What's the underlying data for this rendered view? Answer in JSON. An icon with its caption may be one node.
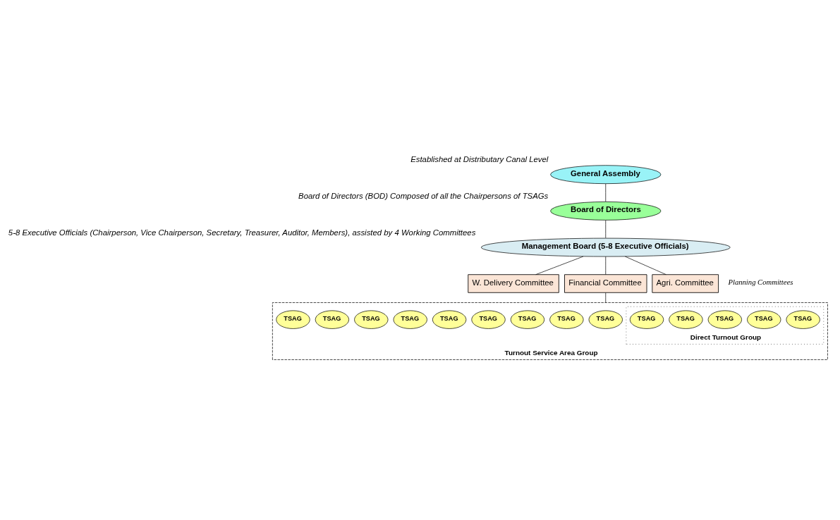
{
  "diagram": {
    "nodes": [
      {
        "text": [
          "General Assembly"
        ],
        "beside": [
          "Established at Distributary Canal Level"
        ]
      },
      {
        "text": [
          "Board of Directors"
        ],
        "beside": [
          "Board of Directors (BOD) Composed of all the Chairpersons of TSAGs"
        ]
      },
      {
        "text": [
          "Management Board (5-8 Executive Officials)"
        ],
        "beside": [
          "5-8 Executive Officials (Chairperson, Vice Chairperson, Secretary, Treasurer, Auditor, Members), assisted by 4 Working Committees"
        ]
      },
      {
        "text": [
          "W. Delivery Committee"
        ]
      },
      {
        "text": [
          "Financial Committee"
        ]
      },
      {
        "text": [
          "Agri. Committee"
        ]
      },
      {
        "text": [
          "Turnout Service Area Group"
        ]
      },
      {
        "text": [
          "TSAG"
        ],
        "in": 6
      },
      {
        "text": [
          "TSAG"
        ],
        "in": 6
      },
      {
        "text": [
          "TSAG"
        ],
        "in": 6
      },
      {
        "text": [
          "TSAG"
        ],
        "in": 6
      },
      {
        "text": [
          "TSAG"
        ],
        "in": 6
      },
      {
        "text": [
          "TSAG"
        ],
        "in": 6
      },
      {
        "text": [
          "TSAG"
        ],
        "in": 6
      },
      {
        "text": [
          "TSAG"
        ],
        "in": 6
      },
      {
        "text": [
          "TSAG"
        ],
        "in": 6
      },
      {
        "text": [
          "Direct Turnout Group"
        ],
        "in": 6
      },
      {
        "text": [
          "TSAG"
        ],
        "in": 16
      },
      {
        "text": [
          "TSAG"
        ],
        "in": 16
      },
      {
        "text": [
          "TSAG"
        ],
        "in": 16
      },
      {
        "text": [
          "TSAG"
        ],
        "in": 16
      },
      {
        "text": [
          "TSAG"
        ],
        "in": 16
      }
    ],
    "edges": [
      {
        "from": 0,
        "to": 1,
        "arrow": "none"
      },
      {
        "from": 1,
        "to": 2,
        "arrow": "none"
      },
      {
        "from": 2,
        "to": 3,
        "arrow": "none"
      },
      {
        "from": 2,
        "to": 4,
        "arrow": "none"
      },
      {
        "from": 2,
        "to": 5,
        "arrow": "none"
      },
      {
        "from": 4,
        "to": 6,
        "arrow": "none"
      }
    ],
    "labels": [
      "Planning Committees"
    ]
  }
}
